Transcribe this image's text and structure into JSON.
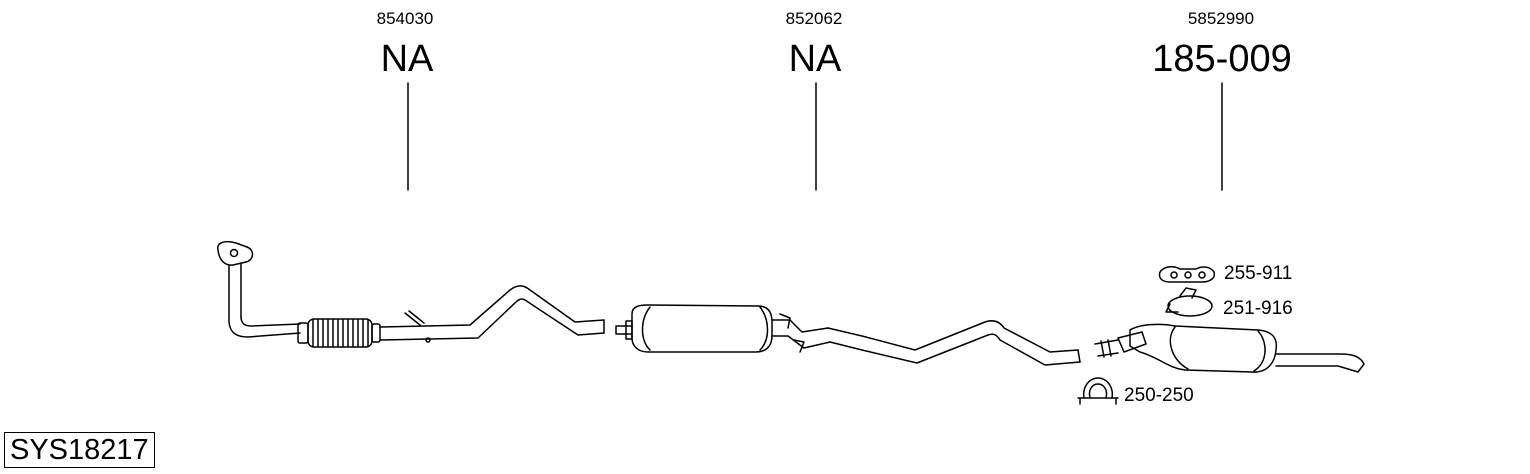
{
  "system_code": "SYS18217",
  "sections": [
    {
      "oem_number": "854030",
      "part_number": "NA"
    },
    {
      "oem_number": "852062",
      "part_number": "NA"
    },
    {
      "oem_number": "5852990",
      "part_number": "185-009"
    }
  ],
  "accessories": [
    {
      "number": "255-911",
      "icon": "rubber-hanger-icon"
    },
    {
      "number": "251-916",
      "icon": "pipe-clamp-icon"
    },
    {
      "number": "250-250",
      "icon": "u-bolt-clamp-icon"
    }
  ]
}
